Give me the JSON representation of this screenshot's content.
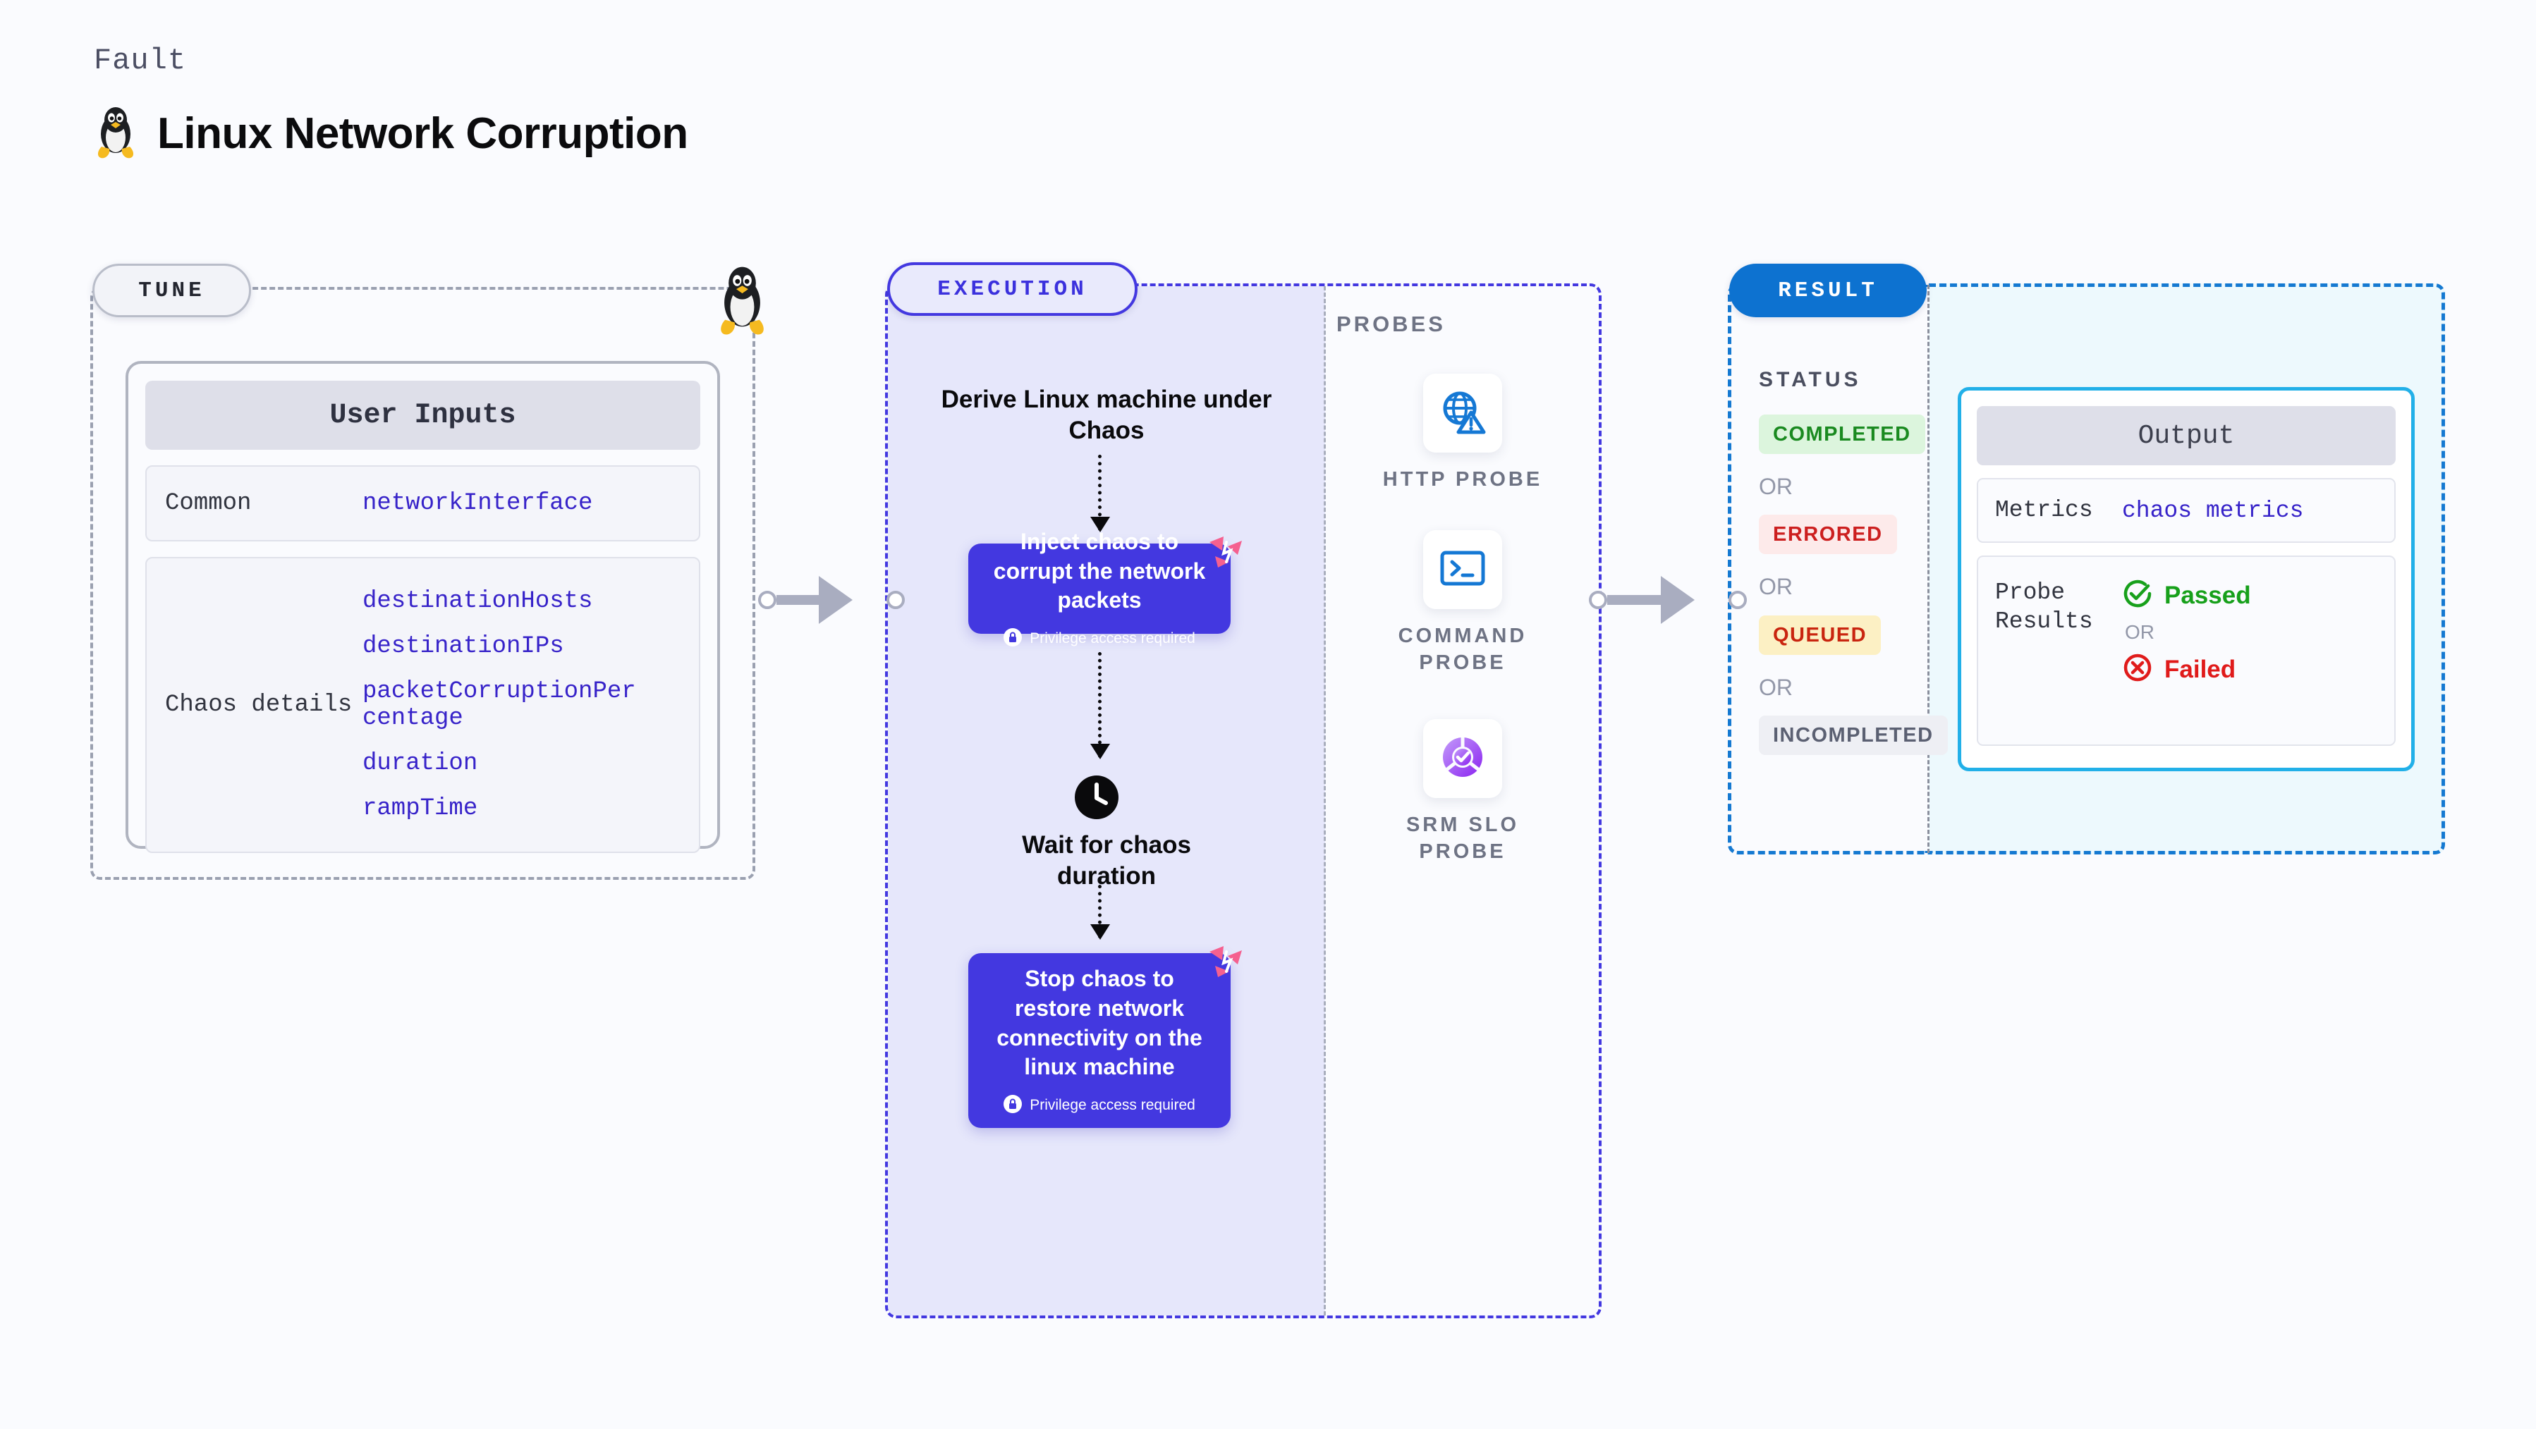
{
  "header": {
    "kicker": "Fault",
    "title": "Linux Network Corruption",
    "icon": "linux-penguin-icon"
  },
  "tune": {
    "pill_label": "TUNE",
    "penguin_icon": "linux-penguin-icon",
    "card_title": "User Inputs",
    "blocks": [
      {
        "label": "Common",
        "values": [
          "networkInterface"
        ]
      },
      {
        "label": "Chaos details",
        "values": [
          "destinationHosts",
          "destinationIPs",
          "packetCorruptionPercentage",
          "duration",
          "rampTime"
        ]
      }
    ]
  },
  "execution": {
    "pill_label": "EXECUTION",
    "steps": {
      "derive": "Derive Linux machine under Chaos",
      "inject_title": "Inject chaos to corrupt the network packets",
      "inject_note": "Privilege access required",
      "wait": "Wait for chaos duration",
      "stop_title": "Stop chaos to restore network connectivity on the linux machine",
      "stop_note": "Privilege access required"
    }
  },
  "probes": {
    "section_label": "PROBES",
    "items": [
      {
        "label": "HTTP PROBE",
        "icon": "globe-warning-icon"
      },
      {
        "label": "COMMAND PROBE",
        "icon": "terminal-icon"
      },
      {
        "label": "SRM SLO PROBE",
        "icon": "slo-check-icon"
      }
    ]
  },
  "result": {
    "pill_label": "RESULT",
    "status_label": "STATUS",
    "or_label": "OR",
    "statuses": [
      {
        "label": "COMPLETED",
        "bg": "#dcf5dd",
        "fg": "#1a8a20"
      },
      {
        "label": "ERRORED",
        "bg": "#fdeaea",
        "fg": "#cc1f1f"
      },
      {
        "label": "QUEUED",
        "bg": "#fcf0c4",
        "fg": "#c9250f"
      },
      {
        "label": "INCOMPLETED",
        "bg": "#eeeff4",
        "fg": "#5b6072"
      }
    ],
    "output": {
      "title": "Output",
      "metrics_label": "Metrics",
      "metrics_value": "chaos metrics",
      "probe_results_label": "Probe Results",
      "passed_label": "Passed",
      "failed_label": "Failed",
      "or_label": "OR",
      "passed_icon": "check-circle-icon",
      "failed_icon": "x-circle-icon"
    }
  },
  "colors": {
    "background": "#fafbfe",
    "execution_accent": "#4338e0",
    "execution_fill": "#e6e7fb",
    "result_accent": "#1579d1",
    "result_fill": "#edf9fd",
    "output_border": "#22b0e8",
    "harness_pink": "#f5608f",
    "probe_blue": "#1578d4",
    "connector_gray": "#a9adc0",
    "passed_green": "#17a01b",
    "failed_red": "#e01b1b"
  }
}
